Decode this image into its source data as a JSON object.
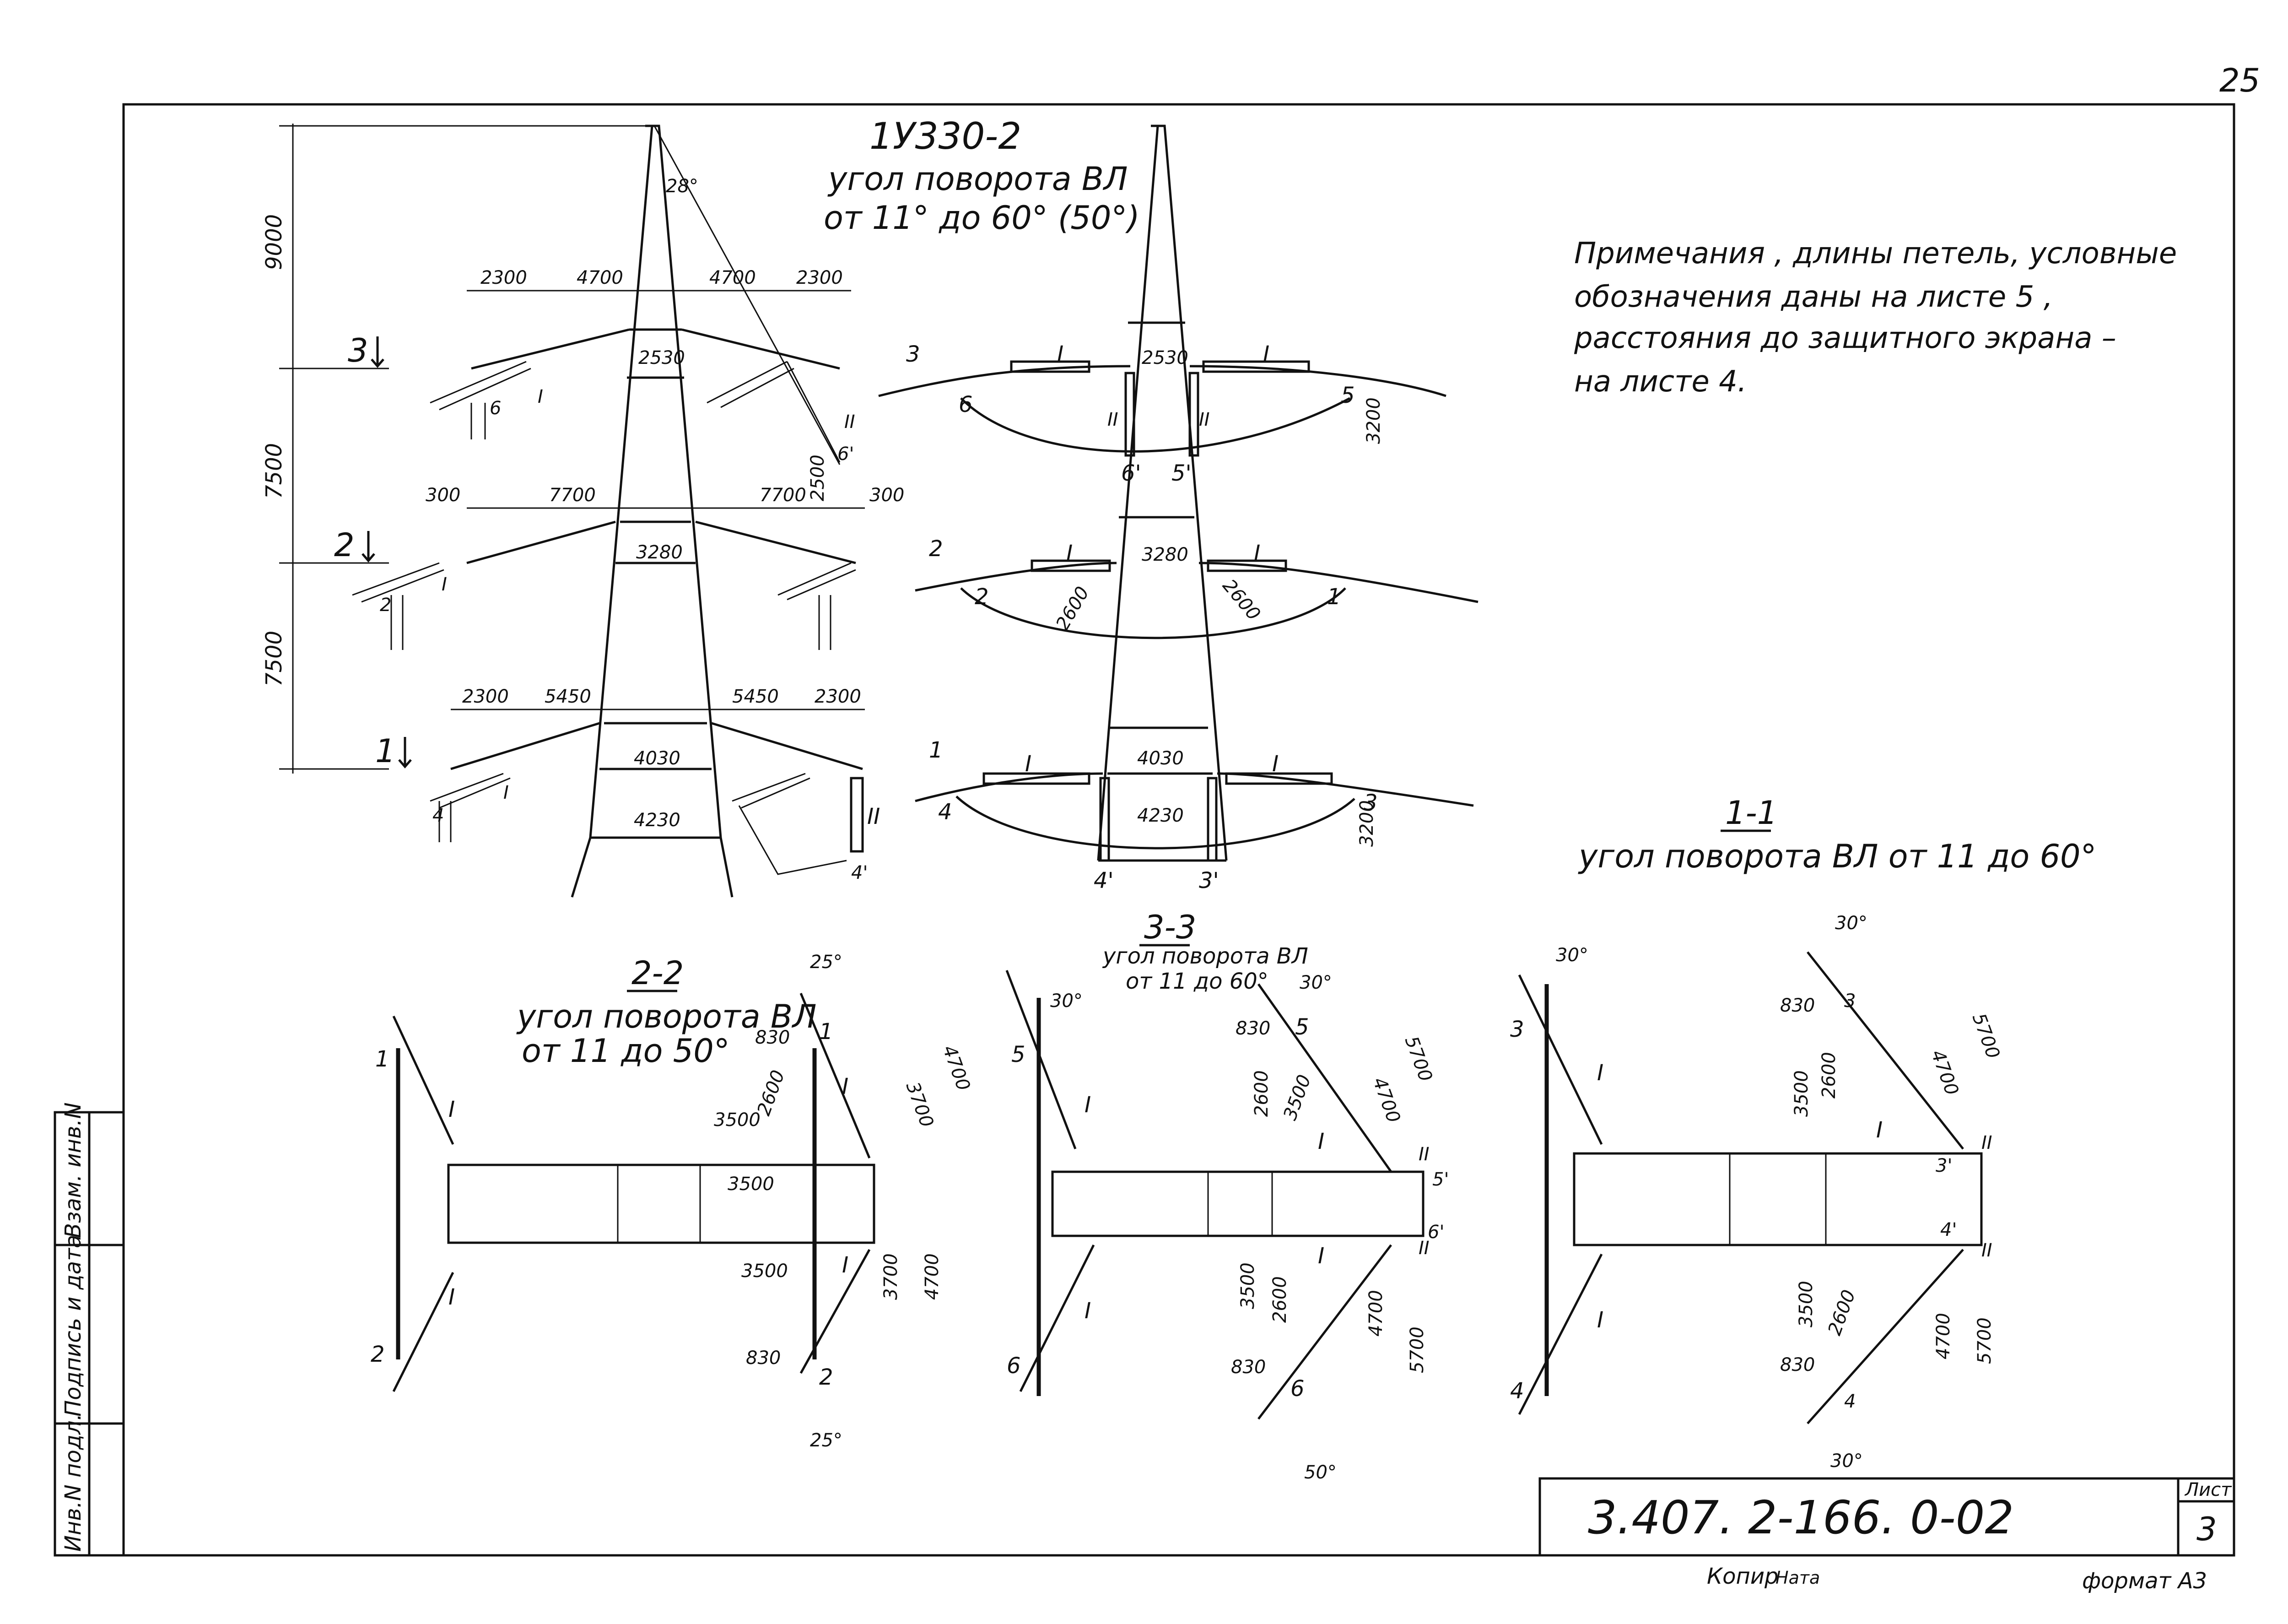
{
  "sheet": {
    "page_number": "25",
    "sheet_label": "Лист",
    "sheet_no": "3",
    "doc_code": "3.407. 2-166. 0-02",
    "copied": "Копир",
    "copied_sign": "Ната",
    "format": "формат А3"
  },
  "side_stamp": {
    "inv_podl": "Инв.N подл.",
    "podpis": "Подпись и дата",
    "vzam": "Взам. инв.N"
  },
  "notes": {
    "line1": "Примечания , длины петель, условные",
    "line2": "обозначения даны на листе 5 ,",
    "line3": "расстояния до защитного экрана –",
    "line4": "на листе 4."
  },
  "elevation": {
    "title": "1У330-2",
    "subtitle1": "угол поворота ВЛ",
    "subtitle2": "от 11° до 60° (50°)",
    "angle_top": "28°",
    "dim_9000": "9000",
    "dim_7500a": "7500",
    "dim_7500b": "7500",
    "dim_2500": "2500",
    "dims_top": [
      "2300",
      "4700",
      "4700",
      "2300"
    ],
    "dims_mid": [
      "300",
      "7700",
      "7700",
      "300"
    ],
    "dims_bot": [
      "2300",
      "5450",
      "5450",
      "2300"
    ],
    "width_top": "2530",
    "width_mid": "3280",
    "width_low": "4030",
    "width_base": "4230",
    "sec3": "3",
    "sec2": "2",
    "sec1": "1",
    "roman1": "I",
    "roman2": "II",
    "p6": "6",
    "p6p": "6'",
    "p2": "2",
    "p4": "4",
    "p4p": "4'"
  },
  "side_view": {
    "width_top": "2530",
    "width_mid": "3280",
    "width_low": "4030",
    "width_base": "4230",
    "dim_3200a": "3200",
    "dim_3200b": "3200",
    "dim_2600a": "2600",
    "dim_2600b": "2600",
    "p6": "6",
    "p5": "5",
    "p6p": "6'",
    "p5p": "5'",
    "p2": "2",
    "p1": "1",
    "p4": "4",
    "p3": "3",
    "p4p": "4'",
    "p3p": "3'",
    "roman1": "I",
    "roman2": "II",
    "sec3": "3",
    "sec2": "2",
    "sec1": "1"
  },
  "section_1_1": {
    "title": "1-1",
    "subtitle": "угол поворота ВЛ от 11 до 60°",
    "angle_left": "30°",
    "angle_right": "30°",
    "angle_bottom": "30°",
    "dims": [
      "830",
      "5700",
      "4700",
      "3500",
      "2600",
      "3500",
      "2600",
      "830",
      "4700",
      "5700"
    ],
    "pts": [
      "3",
      "3",
      "3'",
      "4'",
      "4",
      "4",
      "II",
      "II",
      "I",
      "I",
      "I"
    ]
  },
  "section_2_2": {
    "title": "2-2",
    "subtitle1": "угол поворота ВЛ",
    "subtitle2": "от 11 до 50°",
    "angle_top": "25°",
    "angle_bottom": "25°",
    "dims": [
      "830",
      "2600",
      "3700",
      "4700",
      "3500",
      "3500",
      "3500",
      "3700",
      "4700",
      "830"
    ],
    "pts": [
      "1",
      "1",
      "2",
      "2",
      "I",
      "I",
      "I",
      "I"
    ]
  },
  "section_3_3": {
    "title": "3-3",
    "subtitle1": "угол поворота ВЛ",
    "subtitle2": "от 11 до 60°",
    "angle_left": "30°",
    "angle_right": "30°",
    "angle_bottom": "50°",
    "dims": [
      "830",
      "2600",
      "3500",
      "4700",
      "5700",
      "3500",
      "2600",
      "4700",
      "5700",
      "830"
    ],
    "pts": [
      "5",
      "5",
      "5'",
      "6'",
      "6",
      "6",
      "I",
      "I",
      "I",
      "I",
      "II",
      "II"
    ]
  }
}
